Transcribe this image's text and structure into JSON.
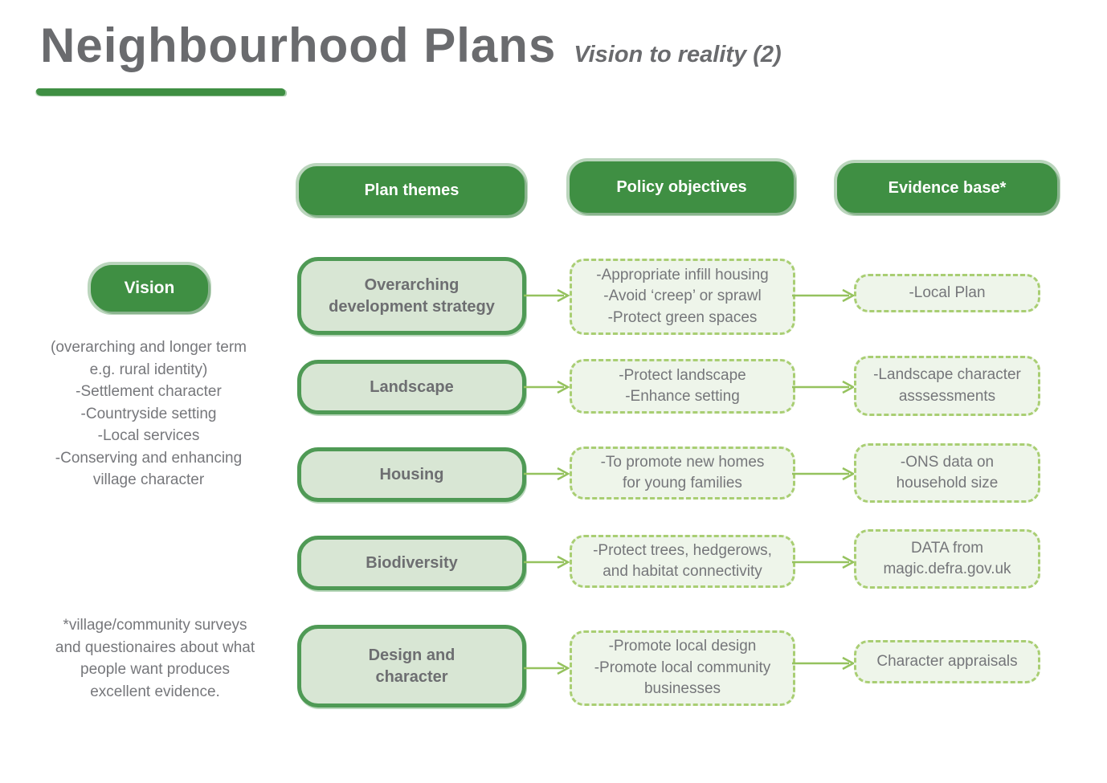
{
  "header": {
    "title": "Neighbourhood Plans",
    "subtitle": "Vision to reality (2)"
  },
  "column_headers": {
    "themes": "Plan themes",
    "objectives": "Policy objectives",
    "evidence": "Evidence base*"
  },
  "vision": {
    "label": "Vision",
    "description": "(overarching and longer term\ne.g. rural identity)\n-Settlement character\n-Countryside setting\n-Local services\n-Conserving and enhancing\nvillage character"
  },
  "rows": [
    {
      "theme": "Overarching\ndevelopment strategy",
      "objectives": "-Appropriate infill housing\n-Avoid ‘creep’ or sprawl\n-Protect green spaces",
      "evidence": "-Local Plan"
    },
    {
      "theme": "Landscape",
      "objectives": "-Protect landscape\n-Enhance setting",
      "evidence": "-Landscape character\nasssessments"
    },
    {
      "theme": "Housing",
      "objectives": "-To promote new homes\nfor young families",
      "evidence": "-ONS data on\nhousehold size"
    },
    {
      "theme": "Biodiversity",
      "objectives": "-Protect trees, hedgerows,\nand habitat connectivity",
      "evidence": "DATA from\nmagic.defra.gov.uk"
    },
    {
      "theme": "Design and\ncharacter",
      "objectives": "-Promote local design\n-Promote local community\nbusinesses",
      "evidence": "Character appraisals"
    }
  ],
  "footnote": "*village/community surveys\nand questionaires about what\npeople want produces\nexcellent evidence.",
  "colors": {
    "pill_green": "#3f8f43",
    "theme_fill": "#d8e6d4",
    "theme_border": "#4f9a55",
    "dashed_fill": "#eef5ea",
    "dashed_border": "#a9ce73",
    "arrow_green": "#95c25e",
    "text_gray": "#6d6e71"
  }
}
